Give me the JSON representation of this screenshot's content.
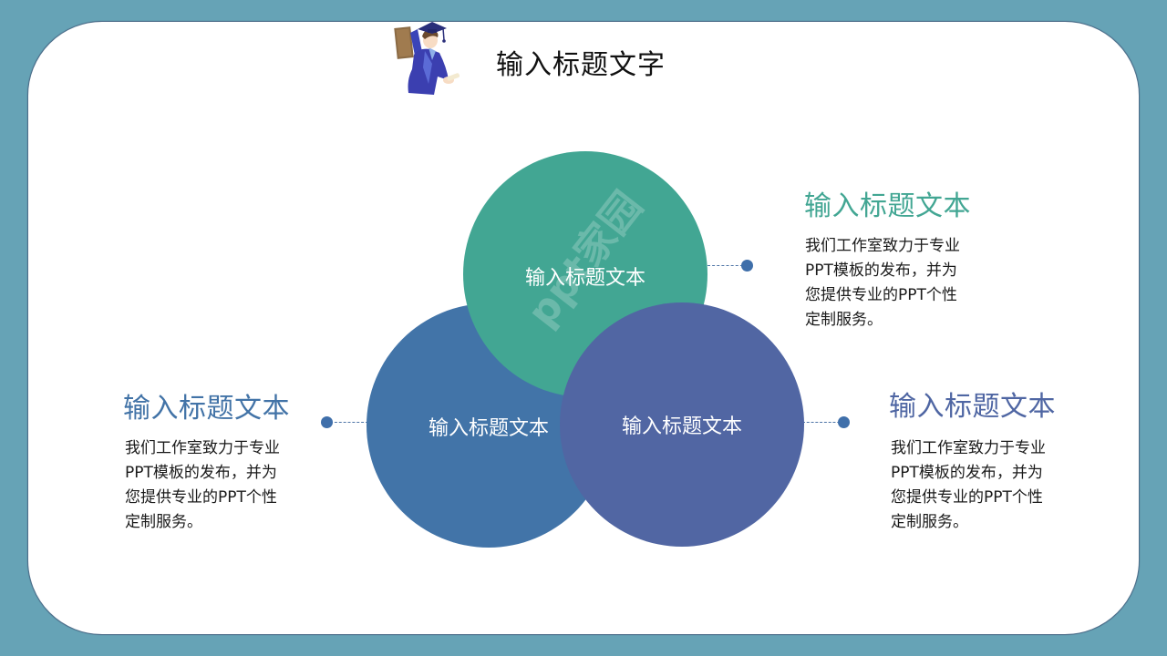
{
  "slide": {
    "title": "输入标题文字",
    "mascot_icon": "graduate-student-icon",
    "watermark": "ppt家园",
    "colors": {
      "background": "#66a3b6",
      "panel": "#ffffff",
      "green": "#42a693",
      "blue": "#4274a8",
      "indigo": "#5166a3",
      "dot": "#3f6faa",
      "title_green": "#42a693",
      "title_blue": "#4273a7",
      "title_indigo": "#4f66a3"
    }
  },
  "circles": [
    {
      "id": "top",
      "label": "输入标题文本",
      "color": "#42a693"
    },
    {
      "id": "left",
      "label": "输入标题文本",
      "color": "#4274a8"
    },
    {
      "id": "right",
      "label": "输入标题文本",
      "color": "#5166a3"
    }
  ],
  "blocks": [
    {
      "position": "top-right",
      "title": "输入标题文本",
      "lines": [
        "我们工作室致力于专业",
        "PPT模板的发布，并为",
        "您提供专业的PPT个性",
        "定制服务。"
      ]
    },
    {
      "position": "left",
      "title": "输入标题文本",
      "lines": [
        "我们工作室致力于专业",
        "PPT模板的发布，并为",
        "您提供专业的PPT个性",
        "定制服务。"
      ]
    },
    {
      "position": "right",
      "title": "输入标题文本",
      "lines": [
        "我们工作室致力于专业",
        "PPT模板的发布，并为",
        "您提供专业的PPT个性",
        "定制服务。"
      ]
    }
  ]
}
